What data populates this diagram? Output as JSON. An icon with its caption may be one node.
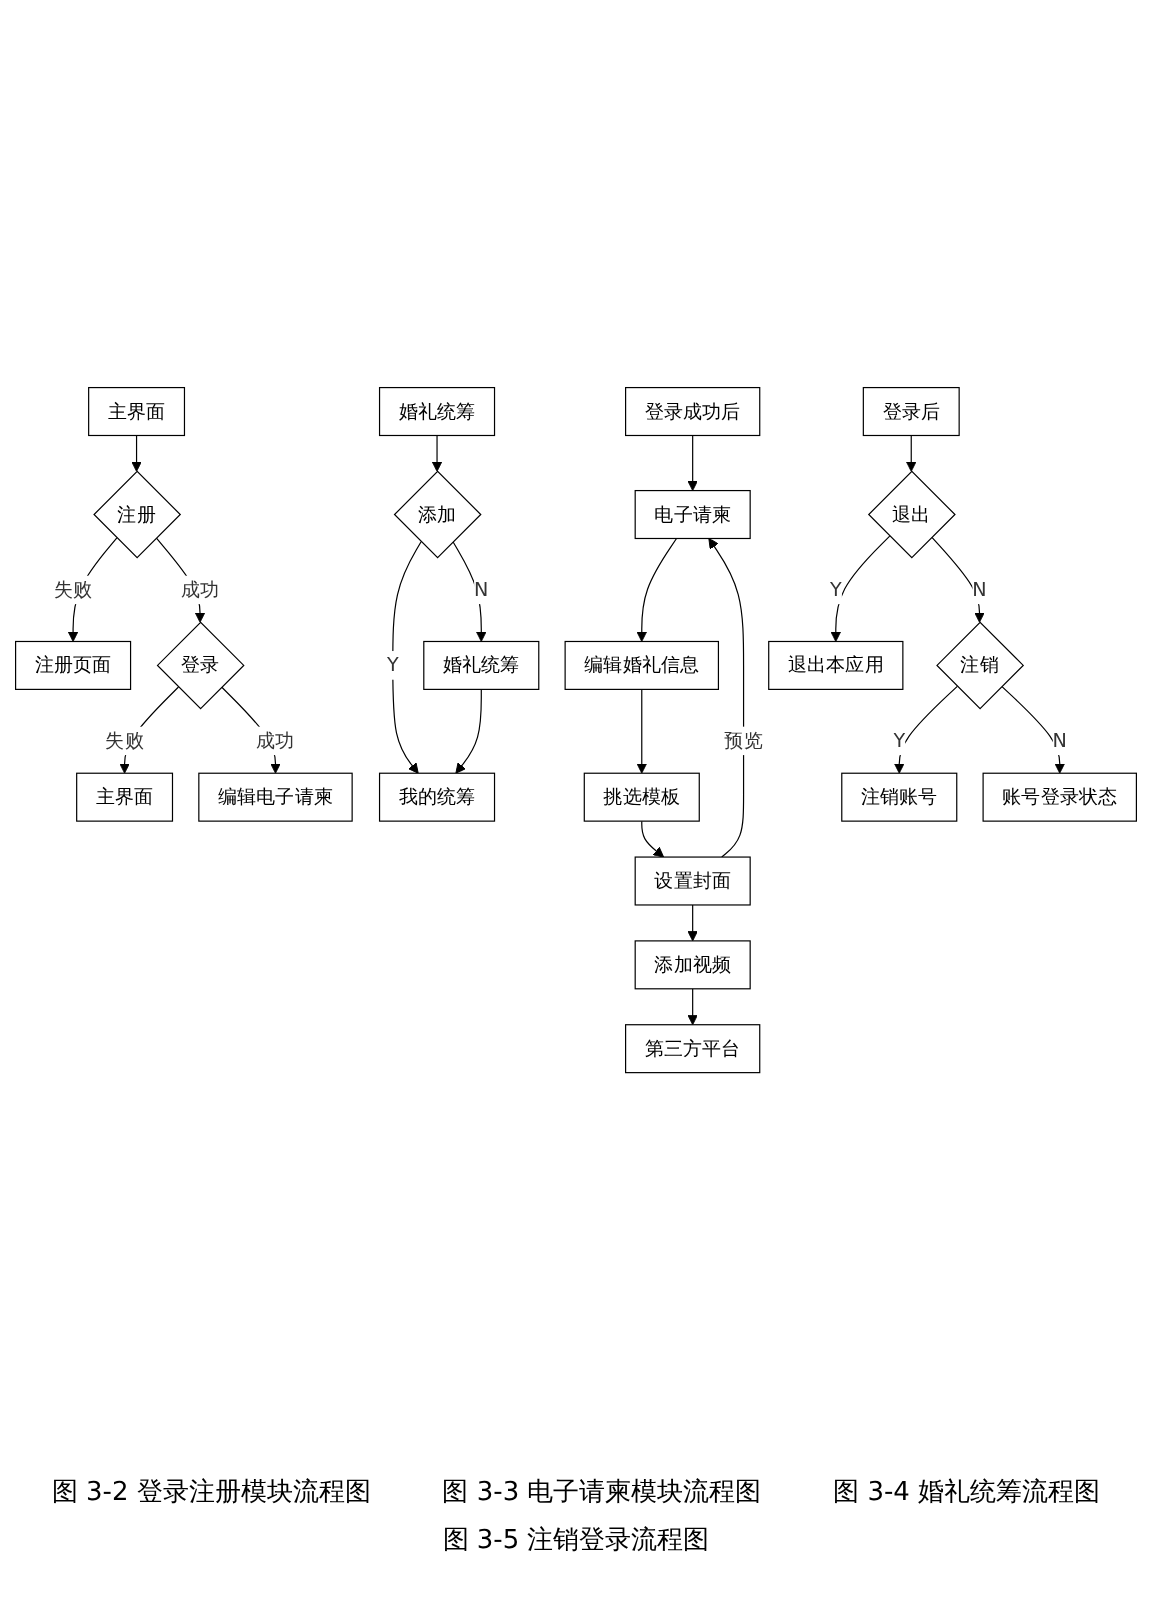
{
  "diagram": {
    "nodes": [
      {
        "text": [
          "主界面"
        ]
      },
      {
        "text": [
          "注册"
        ]
      },
      {
        "text": [
          "注册页面"
        ]
      },
      {
        "text": [
          "登录"
        ]
      },
      {
        "text": [
          "主界面"
        ]
      },
      {
        "text": [
          "编辑电子请柬"
        ]
      },
      {
        "text": [
          "登录成功后"
        ]
      },
      {
        "text": [
          "电子请柬"
        ]
      },
      {
        "text": [
          "编辑婚礼信息"
        ]
      },
      {
        "text": [
          "挑选模板"
        ]
      },
      {
        "text": [
          "设置封面"
        ]
      },
      {
        "text": [
          "添加视频"
        ]
      },
      {
        "text": [
          "第三方平台"
        ]
      },
      {
        "text": [
          "婚礼统筹"
        ]
      },
      {
        "text": [
          "添加"
        ]
      },
      {
        "text": [
          "我的统筹"
        ]
      },
      {
        "text": [
          "婚礼统筹"
        ]
      },
      {
        "text": [
          "登录后"
        ]
      },
      {
        "text": [
          "退出"
        ]
      },
      {
        "text": [
          "退出本应用"
        ]
      },
      {
        "text": [
          "注销"
        ]
      },
      {
        "text": [
          "注销账号"
        ]
      },
      {
        "text": [
          "账号登录状态"
        ]
      }
    ],
    "edges": [
      {
        "from": 0,
        "to": 1,
        "arrow": "to"
      },
      {
        "from": 1,
        "to": 2,
        "arrow": "to",
        "label": "失败"
      },
      {
        "from": 1,
        "to": 3,
        "arrow": "to",
        "label": "成功"
      },
      {
        "from": 3,
        "to": 4,
        "arrow": "to",
        "label": "失败"
      },
      {
        "from": 3,
        "to": 5,
        "arrow": "to",
        "label": "成功"
      },
      {
        "from": 6,
        "to": 7,
        "arrow": "to"
      },
      {
        "from": 7,
        "to": 8,
        "arrow": "to"
      },
      {
        "from": 8,
        "to": 9,
        "arrow": "to"
      },
      {
        "from": 9,
        "to": 10,
        "arrow": "to"
      },
      {
        "from": 10,
        "to": 11,
        "arrow": "to"
      },
      {
        "from": 11,
        "to": 12,
        "arrow": "to"
      },
      {
        "from": 10,
        "to": 7,
        "arrow": "to",
        "label": "预览"
      },
      {
        "from": 13,
        "to": 14,
        "arrow": "to"
      },
      {
        "from": 14,
        "to": 15,
        "arrow": "to",
        "label": "Y"
      },
      {
        "from": 14,
        "to": 16,
        "arrow": "to",
        "label": "N"
      },
      {
        "from": 16,
        "to": 15,
        "arrow": "to"
      },
      {
        "from": 17,
        "to": 18,
        "arrow": "to"
      },
      {
        "from": 18,
        "to": 19,
        "arrow": "to",
        "label": "Y"
      },
      {
        "from": 18,
        "to": 20,
        "arrow": "to",
        "label": "N"
      },
      {
        "from": 20,
        "to": 21,
        "arrow": "to",
        "label": "Y"
      },
      {
        "from": 20,
        "to": 22,
        "arrow": "to",
        "label": "N"
      }
    ],
    "labels": [
      "图 3-2 登录注册模块流程图",
      "图 3-3 电子请柬模块流程图",
      "图 3-4 婚礼统筹流程图",
      "图 3-5 注销登录流程图"
    ]
  }
}
